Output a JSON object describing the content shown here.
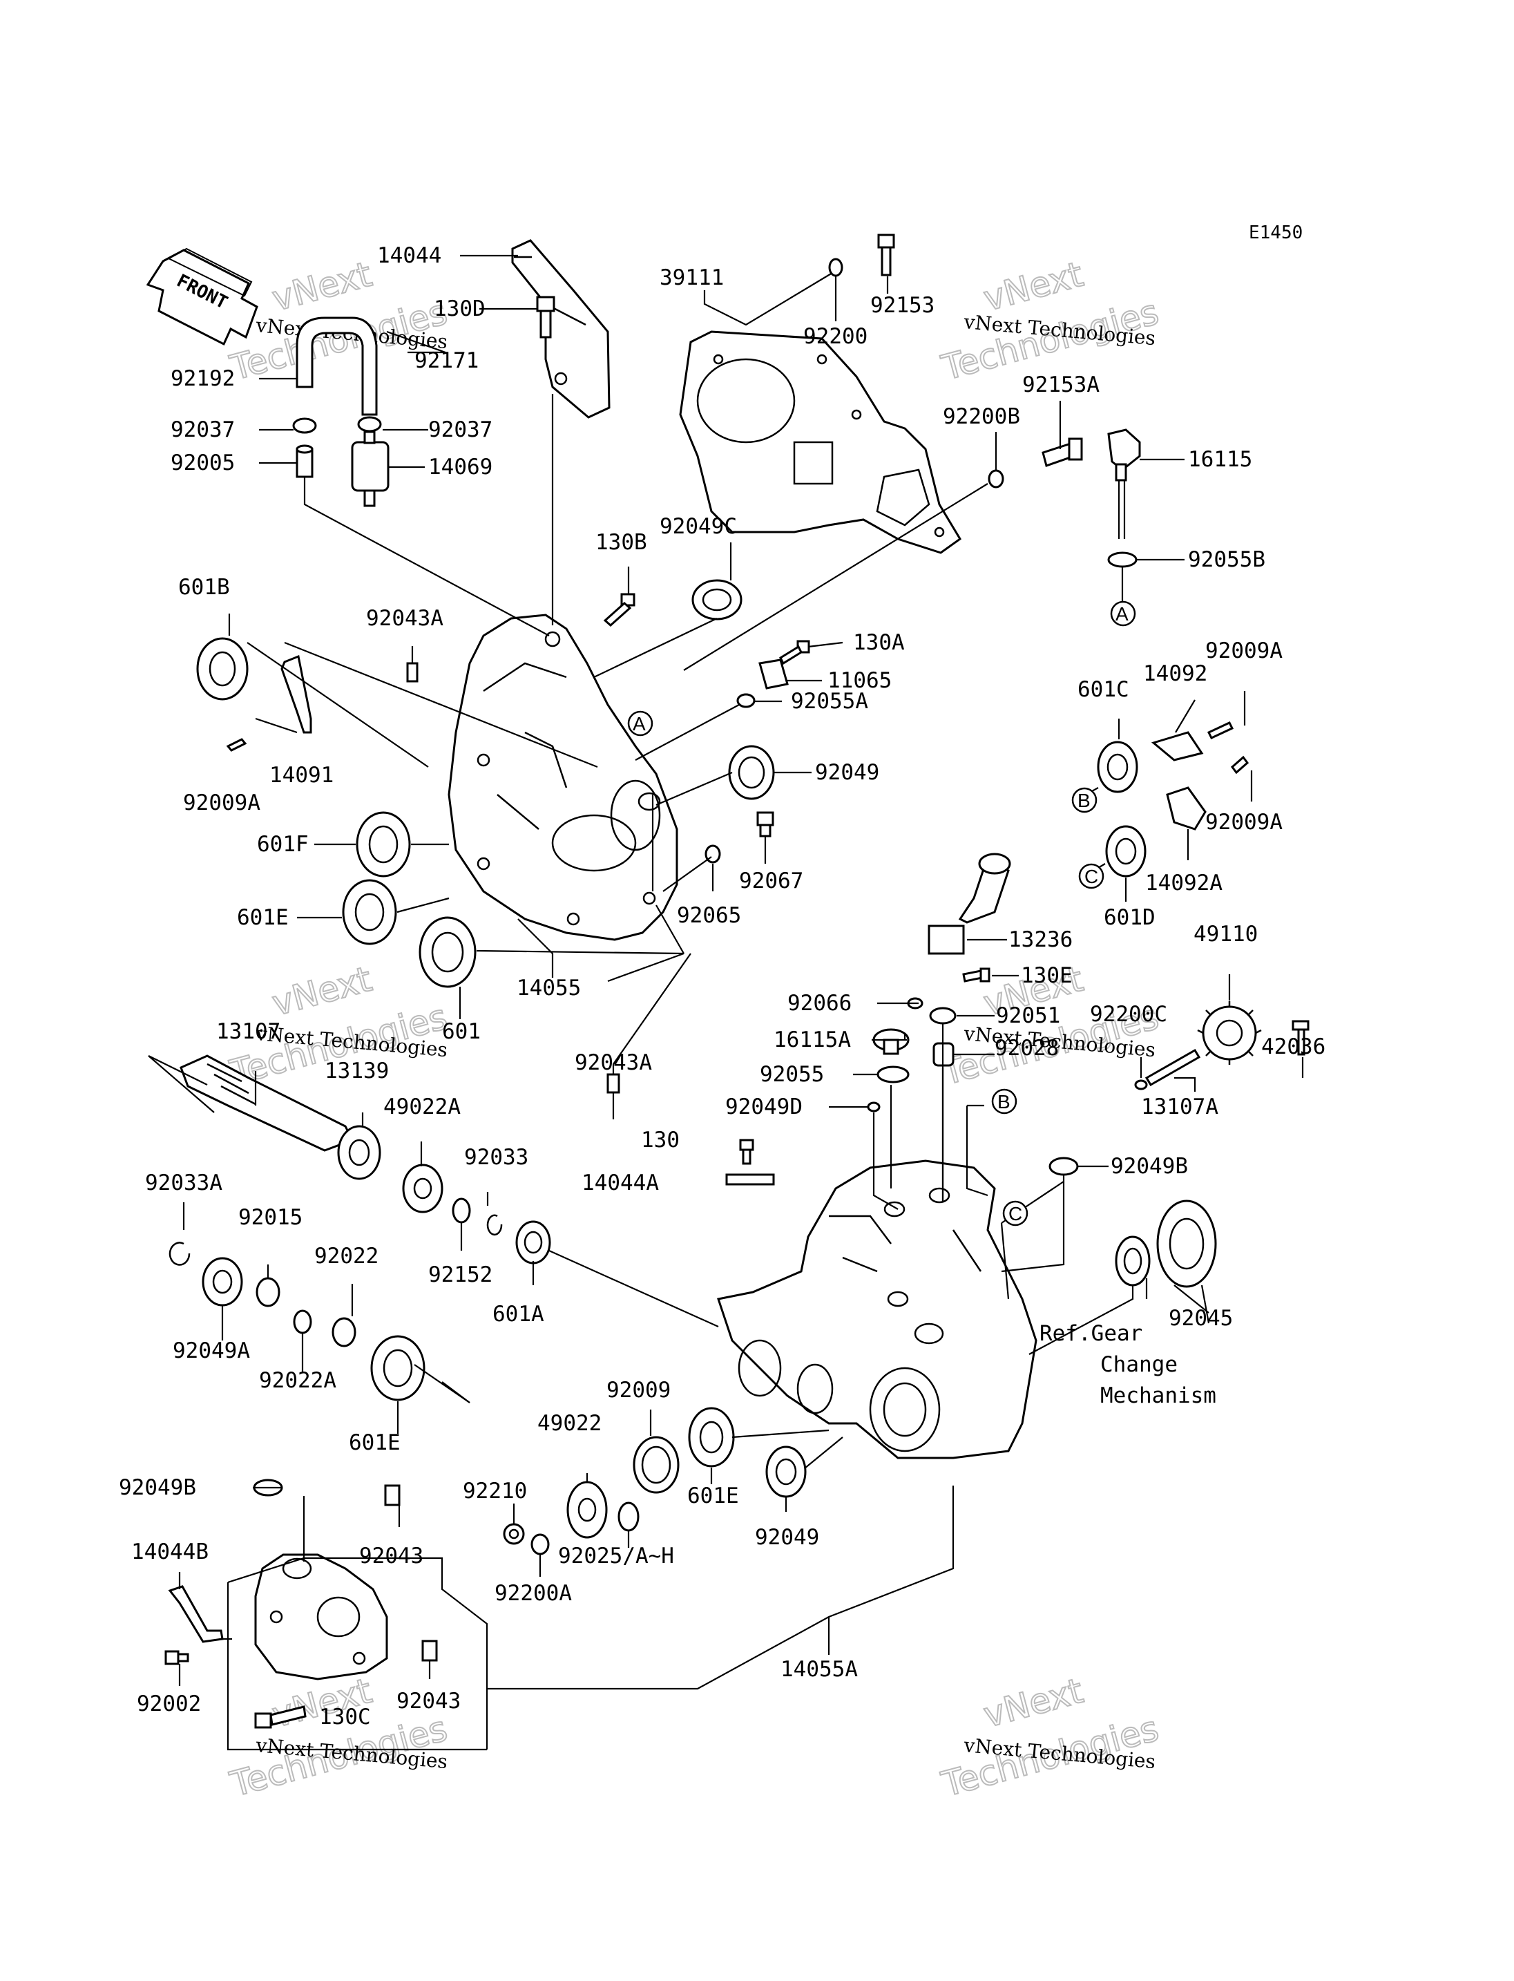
{
  "diagram_code": "E1450",
  "front_label": "FRONT",
  "watermark": {
    "line1": "vNext Technologies",
    "line2": "vNext",
    "line3": "Technologies"
  },
  "parts": [
    {
      "id": "p14044",
      "text": "14044"
    },
    {
      "id": "p130D",
      "text": "130D"
    },
    {
      "id": "p92171",
      "text": "92171"
    },
    {
      "id": "p92192",
      "text": "92192"
    },
    {
      "id": "p92037a",
      "text": "92037"
    },
    {
      "id": "p92037b",
      "text": "92037"
    },
    {
      "id": "p92005",
      "text": "92005"
    },
    {
      "id": "p14069",
      "text": "14069"
    },
    {
      "id": "p39111",
      "text": "39111"
    },
    {
      "id": "p92153",
      "text": "92153"
    },
    {
      "id": "p92200",
      "text": "92200"
    },
    {
      "id": "p92153A",
      "text": "92153A"
    },
    {
      "id": "p92200B",
      "text": "92200B"
    },
    {
      "id": "p16115",
      "text": "16115"
    },
    {
      "id": "p92055B",
      "text": "92055B"
    },
    {
      "id": "p130B",
      "text": "130B"
    },
    {
      "id": "p92049C",
      "text": "92049C"
    },
    {
      "id": "p601B",
      "text": "601B"
    },
    {
      "id": "p92043A_top",
      "text": "92043A"
    },
    {
      "id": "p130A",
      "text": "130A"
    },
    {
      "id": "p11065",
      "text": "11065"
    },
    {
      "id": "p92055A",
      "text": "92055A"
    },
    {
      "id": "p92009A_r1",
      "text": "92009A"
    },
    {
      "id": "p14092",
      "text": "14092"
    },
    {
      "id": "p601C",
      "text": "601C"
    },
    {
      "id": "p92009A_l",
      "text": "92009A"
    },
    {
      "id": "p14091",
      "text": "14091"
    },
    {
      "id": "p92049",
      "text": "92049"
    },
    {
      "id": "p92009A_r2",
      "text": "92009A"
    },
    {
      "id": "p601F",
      "text": "601F"
    },
    {
      "id": "p92067",
      "text": "92067"
    },
    {
      "id": "p14092A",
      "text": "14092A"
    },
    {
      "id": "p601D",
      "text": "601D"
    },
    {
      "id": "p92065",
      "text": "92065"
    },
    {
      "id": "p601E_top",
      "text": "601E"
    },
    {
      "id": "p601",
      "text": "601"
    },
    {
      "id": "p14055",
      "text": "14055"
    },
    {
      "id": "p13236",
      "text": "13236"
    },
    {
      "id": "p49110",
      "text": "49110"
    },
    {
      "id": "p130E",
      "text": "130E"
    },
    {
      "id": "p92066",
      "text": "92066"
    },
    {
      "id": "p92051",
      "text": "92051"
    },
    {
      "id": "p92200C",
      "text": "92200C"
    },
    {
      "id": "p42036",
      "text": "42036"
    },
    {
      "id": "p16115A",
      "text": "16115A"
    },
    {
      "id": "p92028",
      "text": "92028"
    },
    {
      "id": "p13107",
      "text": "13107"
    },
    {
      "id": "p92043A_mid",
      "text": "92043A"
    },
    {
      "id": "p92055",
      "text": "92055"
    },
    {
      "id": "p13139",
      "text": "13139"
    },
    {
      "id": "p92049D",
      "text": "92049D"
    },
    {
      "id": "p13107A",
      "text": "13107A"
    },
    {
      "id": "p49022A",
      "text": "49022A"
    },
    {
      "id": "p130",
      "text": "130"
    },
    {
      "id": "p92049B_r",
      "text": "92049B"
    },
    {
      "id": "p92033",
      "text": "92033"
    },
    {
      "id": "p14044A",
      "text": "14044A"
    },
    {
      "id": "p92033A",
      "text": "92033A"
    },
    {
      "id": "p92015",
      "text": "92015"
    },
    {
      "id": "p92022",
      "text": "92022"
    },
    {
      "id": "p92152",
      "text": "92152"
    },
    {
      "id": "p601A",
      "text": "601A"
    },
    {
      "id": "p92045",
      "text": "92045"
    },
    {
      "id": "p92049A",
      "text": "92049A"
    },
    {
      "id": "p92022A",
      "text": "92022A"
    },
    {
      "id": "p601E_mid",
      "text": "601E"
    },
    {
      "id": "p92009",
      "text": "92009"
    },
    {
      "id": "p49022",
      "text": "49022"
    },
    {
      "id": "p92049B_l",
      "text": "92049B"
    },
    {
      "id": "p92210",
      "text": "92210"
    },
    {
      "id": "p601E_bot",
      "text": "601E"
    },
    {
      "id": "p92025",
      "text": "92025/A~H"
    },
    {
      "id": "p92049_bot",
      "text": "92049"
    },
    {
      "id": "p14044B",
      "text": "14044B"
    },
    {
      "id": "p92043_1",
      "text": "92043"
    },
    {
      "id": "p92200A",
      "text": "92200A"
    },
    {
      "id": "p14055A",
      "text": "14055A"
    },
    {
      "id": "p92002",
      "text": "92002"
    },
    {
      "id": "p92043_2",
      "text": "92043"
    },
    {
      "id": "p130C",
      "text": "130C"
    }
  ],
  "ref_note": [
    "Ref.Gear",
    "Change",
    "Mechanism"
  ],
  "callouts": [
    "A",
    "A",
    "B",
    "B",
    "C",
    "C"
  ]
}
